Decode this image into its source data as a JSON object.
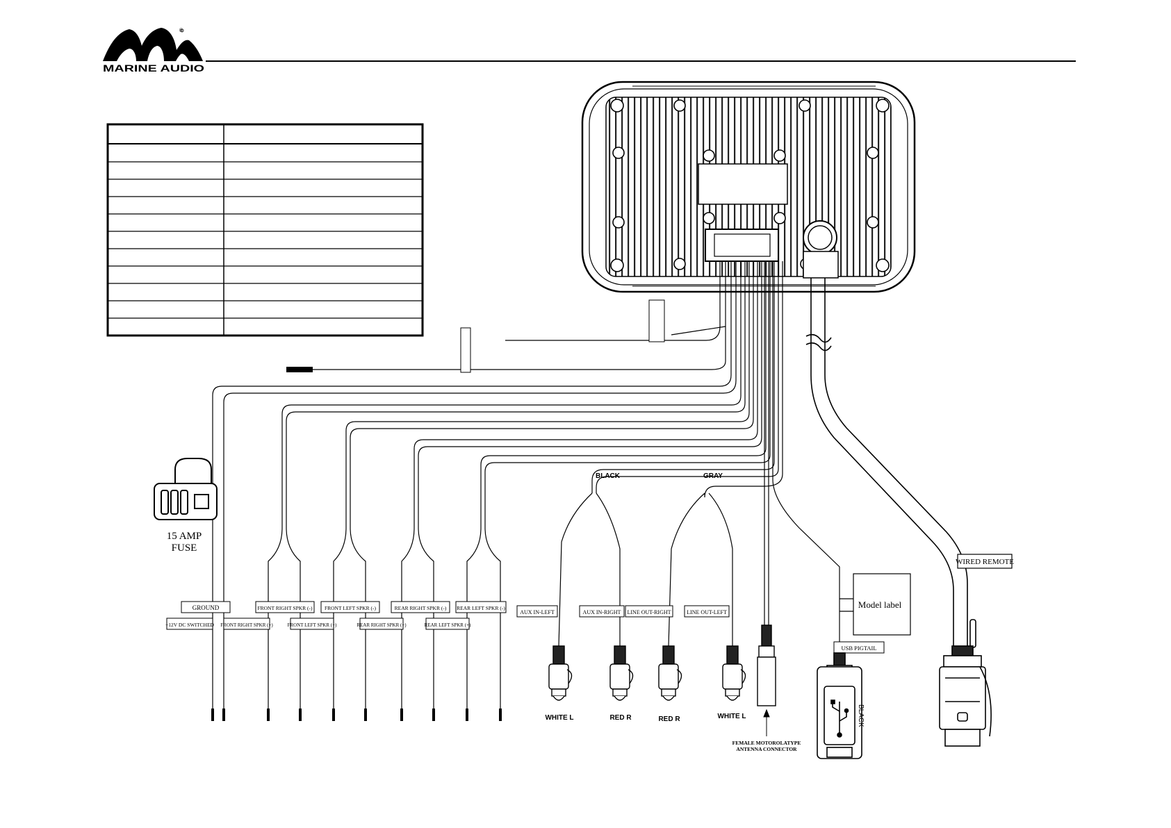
{
  "header": {
    "brand_name": "MARINE AUDIO",
    "registered_mark": "®"
  },
  "fuse": {
    "label_line1": "15 AMP",
    "label_line2": "FUSE"
  },
  "wire_colors": {
    "black": "BLACK",
    "gray": "GRAY"
  },
  "wire_tags_top": {
    "ground": "GROUND",
    "front_right_minus": "FRONT RIGHT SPKR (-)",
    "front_left_minus": "FRONT LEFT SPKR (-)",
    "rear_right_minus": "REAR RIGHT SPKR (-)",
    "rear_left_minus": "REAR LEFT SPKR (-)"
  },
  "wire_tags_bottom": {
    "switched_12v": "+12V DC SWITCHED",
    "front_right_plus": "FRONT RIGHT SPKR (+)",
    "front_left_plus": "FRONT LEFT SPKR (+)",
    "rear_right_plus": "REAR RIGHT SPKR (+)",
    "rear_left_plus": "REAR LEFT SPKR (+)"
  },
  "rca_tags": {
    "aux_in_left": "AUX IN-LEFT",
    "aux_in_right": "AUX IN-RIGHT",
    "line_out_right": "LINE OUT-RIGHT",
    "line_out_left": "LINE OUT-LEFT"
  },
  "rca_plugs": {
    "p1": "WHITE L",
    "p2": "RED R",
    "p3": "RED R",
    "p4": "WHITE L"
  },
  "antenna": {
    "line1": "FEMALE MOTOROLATYPE",
    "line2": "ANTENNA CONNECTOR"
  },
  "usb": {
    "pigtail": "USB PIGTAIL",
    "color": "BLACK"
  },
  "model_label": "Model label",
  "wired_remote": "WIRED REMOTE"
}
